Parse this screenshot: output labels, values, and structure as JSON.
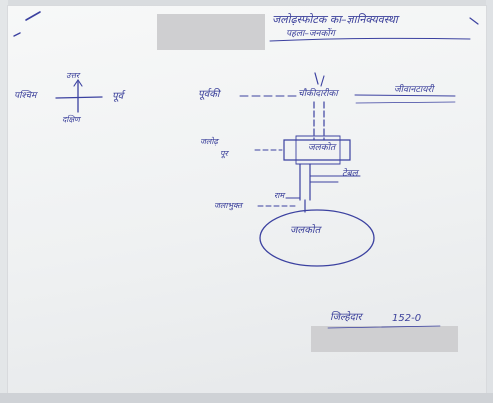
{
  "header": {
    "title": "जलोढ़स्फोटक का–ज्ञानिक्यवस्था",
    "subtitle": "पहला–जनकोंग"
  },
  "compass": {
    "north": "उत्तर",
    "south": "दक्षिण",
    "east": "पूर्व",
    "west": "पश्चिम"
  },
  "diagram": {
    "top_left_label": "पूर्वकी",
    "top_center_label": "चौकीदारीका",
    "top_right_label": "जीवानटायरी",
    "left_mid_label": "जलोढ़",
    "left_mid_label_2": "पूर",
    "center_box_label": "जलकोत",
    "right_mid_label": "टेबल",
    "left_lower_label": "जलाभुक्त",
    "left_lower_label_2": "राम",
    "circle_label": "जलकोत"
  },
  "footer": {
    "signature_label": "जिल्हेदार",
    "signature_number": "152-0"
  },
  "colors": {
    "ink": "#3b41a0",
    "paper": "#f3f4f5",
    "redaction": "#cfcfd1"
  }
}
